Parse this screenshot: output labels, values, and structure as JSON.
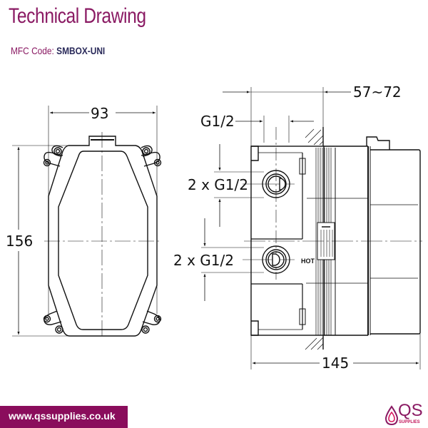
{
  "header": {
    "title": "Technical Drawing",
    "mfc_label": "MFC Code:",
    "mfc_value": "SMBOX-UNI"
  },
  "front_view": {
    "width_dim": "93",
    "height_dim": "156"
  },
  "side_view": {
    "depth_dim": "57~72",
    "top_thread": "G1/2",
    "upper_ports": "2 x G1/2",
    "lower_ports": "2 x G1/2",
    "hot_label": "HOT",
    "total_length_dim": "145"
  },
  "footer": {
    "url": "www.qssupplies.co.uk",
    "logo_text": "QS",
    "logo_sub": "SUPPLIES"
  },
  "colors": {
    "brand_purple": "#8a1a63",
    "footer_bar": "#8a0d5c",
    "code_navy": "#2a2a5a",
    "line": "#111111"
  }
}
